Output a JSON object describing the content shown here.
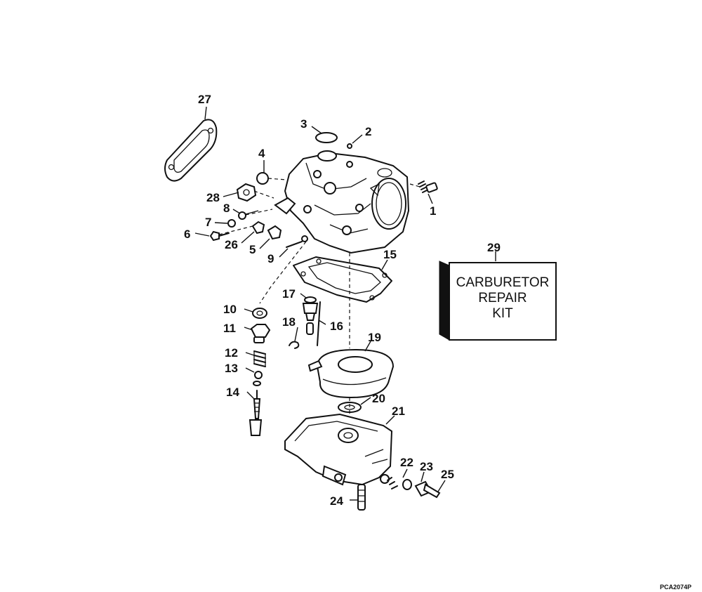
{
  "kit_box": {
    "line1": "CARBURETOR",
    "line2": "REPAIR",
    "line3": "KIT"
  },
  "figure_code": "PCA2074P",
  "callouts": [
    {
      "id": "1",
      "label": "1"
    },
    {
      "id": "2",
      "label": "2"
    },
    {
      "id": "3",
      "label": "3"
    },
    {
      "id": "4",
      "label": "4"
    },
    {
      "id": "5",
      "label": "5"
    },
    {
      "id": "6",
      "label": "6"
    },
    {
      "id": "7",
      "label": "7"
    },
    {
      "id": "8",
      "label": "8"
    },
    {
      "id": "9",
      "label": "9"
    },
    {
      "id": "10",
      "label": "10"
    },
    {
      "id": "11",
      "label": "11"
    },
    {
      "id": "12",
      "label": "12"
    },
    {
      "id": "13",
      "label": "13"
    },
    {
      "id": "14",
      "label": "14"
    },
    {
      "id": "15",
      "label": "15"
    },
    {
      "id": "16",
      "label": "16"
    },
    {
      "id": "17",
      "label": "17"
    },
    {
      "id": "18",
      "label": "18"
    },
    {
      "id": "19",
      "label": "19"
    },
    {
      "id": "20",
      "label": "20"
    },
    {
      "id": "21",
      "label": "21"
    },
    {
      "id": "22",
      "label": "22"
    },
    {
      "id": "23",
      "label": "23"
    },
    {
      "id": "24",
      "label": "24"
    },
    {
      "id": "25",
      "label": "25"
    },
    {
      "id": "26",
      "label": "26"
    },
    {
      "id": "27",
      "label": "27"
    },
    {
      "id": "28",
      "label": "28"
    },
    {
      "id": "29",
      "label": "29"
    }
  ]
}
